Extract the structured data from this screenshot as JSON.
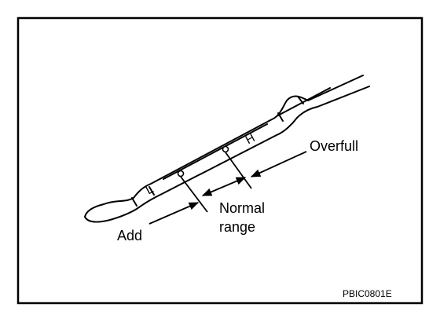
{
  "labels": {
    "overfull": "Overfull",
    "normal_line1": "Normal",
    "normal_line2": "range",
    "add": "Add"
  },
  "dipstick_marks": {
    "high": "H",
    "low": "L"
  },
  "figure_code": "PBIC0801E",
  "colors": {
    "ink": "#000000",
    "background": "#ffffff"
  }
}
